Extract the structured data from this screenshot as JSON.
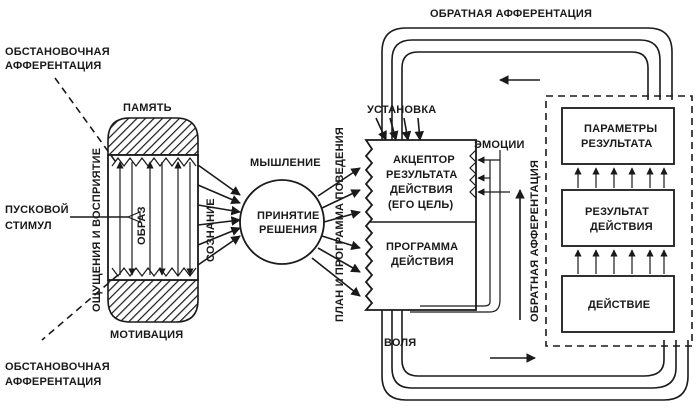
{
  "labels": {
    "top_feedback": "ОБРАТНАЯ АФФЕРЕНТАЦИЯ",
    "situational_top_1": "ОБСТАНОВОЧНАЯ",
    "situational_top_2": "АФФЕРЕНТАЦИЯ",
    "situational_bottom_1": "ОБСТАНОВОЧНАЯ",
    "situational_bottom_2": "АФФЕРЕНТАЦИЯ",
    "memory": "ПАМЯТЬ",
    "motivation": "МОТИВАЦИЯ",
    "trigger_1": "ПУСКОВОЙ",
    "trigger_2": "СТИМУЛ",
    "perception": "ОЩУЩЕНИЯ И ВОСПРИЯТИЕ",
    "image": "ОБРАЗ",
    "consciousness": "СОЗНАНИЕ",
    "thinking": "МЫШЛЕНИЕ",
    "decision_1": "ПРИНЯТИЕ",
    "decision_2": "РЕШЕНИЯ",
    "plan": "ПЛАН И ПРОГРАММА ПОВЕДЕНИЯ",
    "setting": "УСТАНОВКА",
    "emotions": "ЭМОЦИИ",
    "acceptor_1": "АКЦЕПТОР",
    "acceptor_2": "РЕЗУЛЬТАТА",
    "acceptor_3": "ДЕЙСТВИЯ",
    "acceptor_4": "(ЕГО ЦЕЛЬ)",
    "program_1": "ПРОГРАММА",
    "program_2": "ДЕЙСТВИЯ",
    "will": "ВОЛЯ",
    "side_feedback": "ОБРАТНАЯ АФФЕРЕНТАЦИЯ",
    "params_1": "ПАРАМЕТРЫ",
    "params_2": "РЕЗУЛЬТАТА",
    "result_1": "РЕЗУЛЬТАТ",
    "result_2": "ДЕЙСТВИЯ",
    "action": "ДЕЙСТВИЕ"
  }
}
